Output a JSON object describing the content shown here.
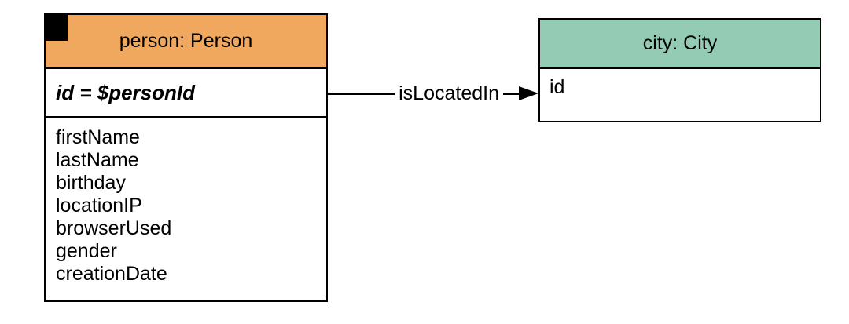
{
  "diagram": {
    "person": {
      "title": "person: Person",
      "header_color": "#F0A75E",
      "key_attribute": "id = $personId",
      "attributes": [
        "firstName",
        "lastName",
        "birthday",
        "locationIP",
        "browserUsed",
        "gender",
        "creationDate"
      ]
    },
    "city": {
      "title": "city: City",
      "header_color": "#93CBB5",
      "attributes": [
        "id"
      ]
    },
    "edge": {
      "label": "isLocatedIn"
    },
    "colors": {
      "border": "#000000",
      "marker": "#000000",
      "background": "#FFFFFF"
    }
  }
}
